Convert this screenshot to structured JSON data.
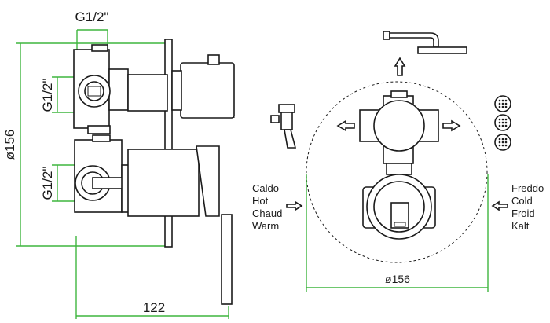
{
  "dimensions": {
    "thread_top": "G1/2\"",
    "thread_left_upper": "G1/2\"",
    "thread_left_lower": "G1/2\"",
    "height": "ø156",
    "depth": "122",
    "plate_diameter": "ø156"
  },
  "labels": {
    "hot": [
      "Caldo",
      "Hot",
      "Chaud",
      "Warm"
    ],
    "cold": [
      "Freddo",
      "Cold",
      "Froid",
      "Kalt"
    ]
  },
  "icons": [
    "shower-head-icon",
    "hand-shower-icon",
    "body-jet-icon"
  ],
  "colors": {
    "dimension_line": "#3fb53f",
    "outline": "#1a1a1a"
  }
}
